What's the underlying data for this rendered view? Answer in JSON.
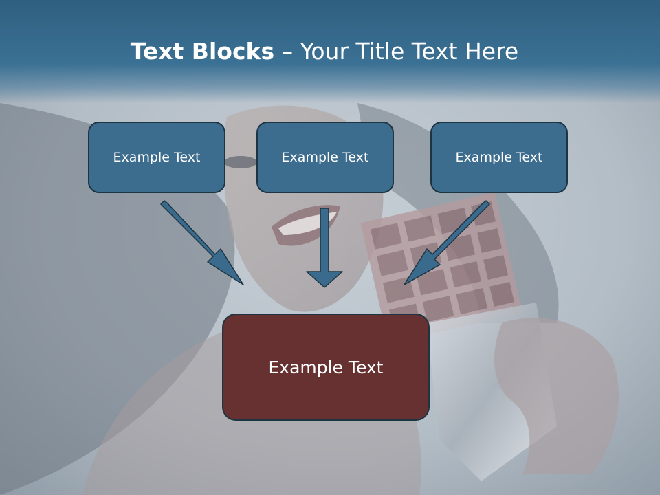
{
  "title": {
    "bold": "Text Blocks",
    "separator": "–",
    "rest": "Your Title Text Here"
  },
  "blocks": [
    {
      "label": "Example Text"
    },
    {
      "label": "Example Text"
    },
    {
      "label": "Example Text"
    }
  ],
  "target": {
    "label": "Example Text"
  },
  "colors": {
    "header": "#3b7194",
    "top_box": "#3d6d8e",
    "bottom_box": "#673131",
    "arrow": "#3b6b8c",
    "border": "#1d3442"
  },
  "icons": {
    "arrows": "arrow-down-icon"
  }
}
